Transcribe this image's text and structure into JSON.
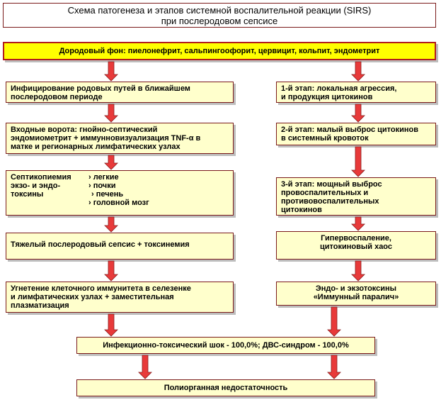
{
  "title": {
    "line1": "Схема патогенеза и этапов системной воспалительной реакции (SIRS)",
    "line2": "при послеродовом сепсисе"
  },
  "background": "Дородовый фон: пиелонефрит, сальпингоофорит, цервицит, кольпит, эндометрит",
  "left": {
    "b1": [
      "Инфицирование родовых путей в ближайшем",
      "послеродовом периоде"
    ],
    "b2": [
      "Входные ворота: гнойно-септический",
      "эндомиометрит + иммунновизуализация  TNF-α в",
      "матке и регионарных лимфатических узлах"
    ],
    "b3_left": [
      "Септикопиемия",
      "экзо- и эндо-",
      "токсины"
    ],
    "b3_right": [
      "› легкие",
      "› почки",
      "› печень",
      "› головной мозг"
    ],
    "b4": "Тяжелый послеродовый сепсис + токсинемия",
    "b5": [
      "Угнетение клеточного иммунитета в селезенке",
      "и лимфатических узлах + заместительная",
      "плазматизация"
    ]
  },
  "right": {
    "b1": [
      "1-й этап: локальная агрессия,",
      "и продукция цитокинов"
    ],
    "b2": [
      "2-й этап: малый выброс цитокинов",
      "в системный кровоток"
    ],
    "b3": [
      "3-й этап: мощный выброс",
      "провоспалительных и",
      "противовоспалительных",
      "цитокинов"
    ],
    "b4": [
      "Гипервоспаление,",
      "цитокиновый хаос"
    ],
    "b5": [
      "Эндо- и экзотоксины",
      "«Иммунный паралич»"
    ]
  },
  "shock": "Инфекционно-токсический шок -  100,0%; ДВС-синдром - 100,0%",
  "failure": "Полиорганная недостаточность",
  "colors": {
    "box_fill": "#ffffcc",
    "box_border": "#7a1a1a",
    "top_fill": "#ffff00",
    "arrow": "#e83a3a"
  }
}
